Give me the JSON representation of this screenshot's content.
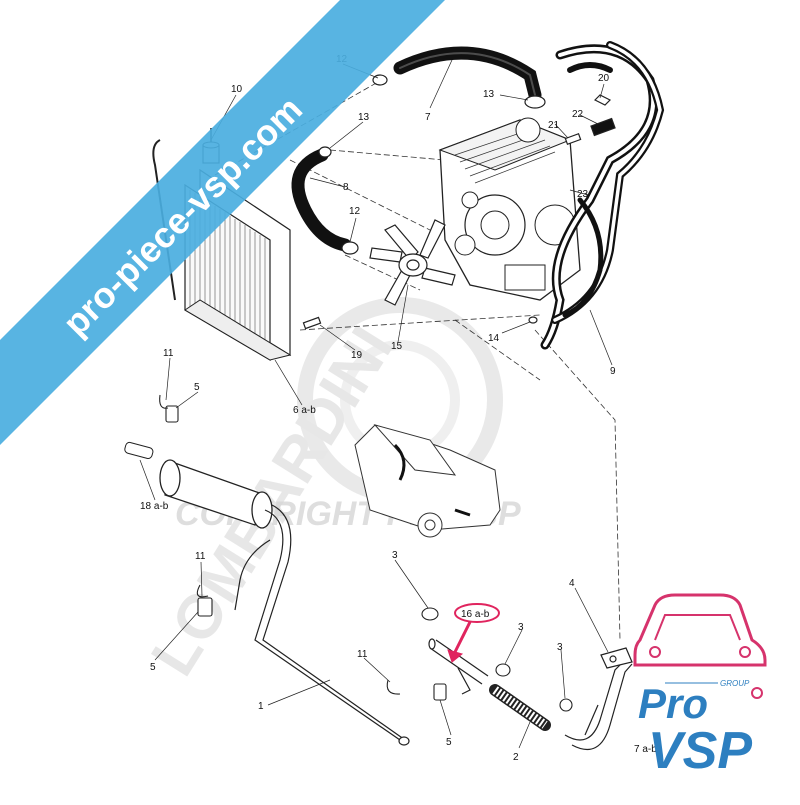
{
  "watermarks": {
    "banner_text": "pro-piece-vsp.com",
    "banner_color": "#4aaee0",
    "brand_vertical": "LOMBARDINI",
    "copyright": "COPYRIGHT Pro VSP",
    "gray": "#d0d0d0"
  },
  "logo": {
    "group": "GROUP",
    "pro": "Pro",
    "vsp": "VSP",
    "primary_color": "#2d7fc0",
    "accent_color": "#d6336c"
  },
  "highlight": {
    "label": "16 a-b",
    "color": "#e0245e"
  },
  "callouts": [
    {
      "id": "c10",
      "text": "10"
    },
    {
      "id": "c12a",
      "text": "12"
    },
    {
      "id": "c7a",
      "text": "7"
    },
    {
      "id": "c13a",
      "text": "13"
    },
    {
      "id": "c20",
      "text": "20"
    },
    {
      "id": "c13b",
      "text": "13"
    },
    {
      "id": "c21",
      "text": "21"
    },
    {
      "id": "c22",
      "text": "22"
    },
    {
      "id": "c8",
      "text": "8"
    },
    {
      "id": "c23",
      "text": "23"
    },
    {
      "id": "c12b",
      "text": "12"
    },
    {
      "id": "c15",
      "text": "15"
    },
    {
      "id": "c19",
      "text": "19"
    },
    {
      "id": "c14",
      "text": "14"
    },
    {
      "id": "c9",
      "text": "9"
    },
    {
      "id": "c6ab",
      "text": "6 a-b"
    },
    {
      "id": "c11a",
      "text": "11"
    },
    {
      "id": "c5a",
      "text": "5"
    },
    {
      "id": "c18ab",
      "text": "18 a-b"
    },
    {
      "id": "c3a",
      "text": "3"
    },
    {
      "id": "c4",
      "text": "4"
    },
    {
      "id": "c11b",
      "text": "11"
    },
    {
      "id": "c3b",
      "text": "3"
    },
    {
      "id": "c3c",
      "text": "3"
    },
    {
      "id": "c5b",
      "text": "5"
    },
    {
      "id": "c11c",
      "text": "11"
    },
    {
      "id": "c1",
      "text": "1"
    },
    {
      "id": "c5c",
      "text": "5"
    },
    {
      "id": "c2",
      "text": "2"
    },
    {
      "id": "c7ab",
      "text": "7 a-b"
    }
  ]
}
